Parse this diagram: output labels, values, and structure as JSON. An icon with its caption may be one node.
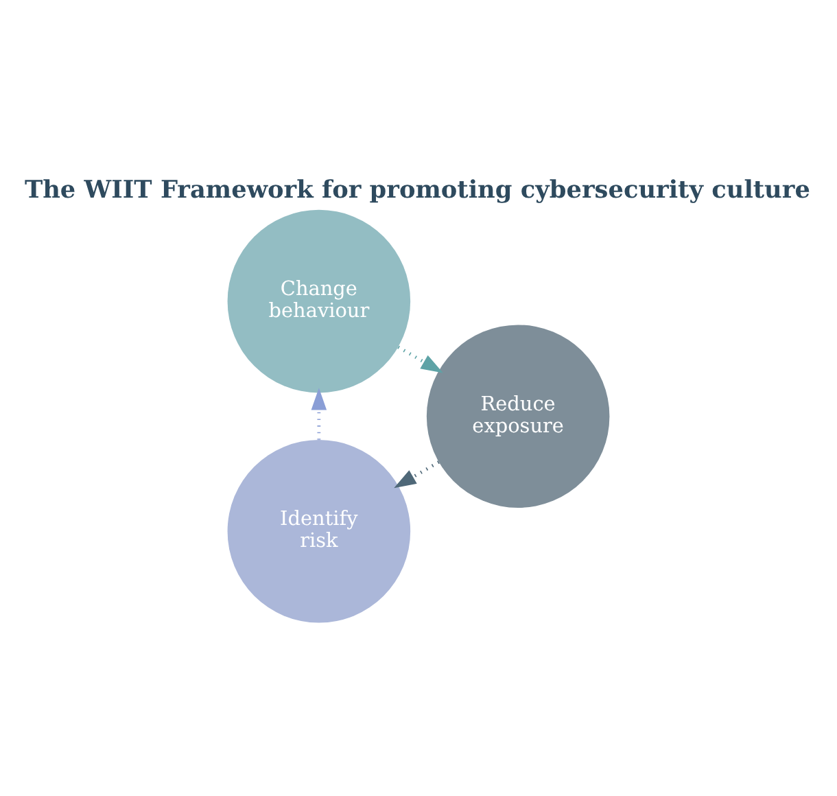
{
  "diagram": {
    "title": "The WIIT Framework for promoting cybersecurity culture",
    "nodes": [
      {
        "text": [
          "Identify risk"
        ]
      },
      {
        "text": [
          "Reduce exposure"
        ]
      },
      {
        "text": [
          "Change behaviour"
        ]
      }
    ],
    "edges": [
      {
        "from": 0,
        "to": 2,
        "arrow": "to",
        "style": "dashed",
        "color": "#8a9ed6"
      },
      {
        "from": 2,
        "to": 1,
        "arrow": "to",
        "style": "dashed",
        "color": "#5ea3a6"
      },
      {
        "from": 1,
        "to": 0,
        "arrow": "to",
        "style": "dashed",
        "color": "#4f6878"
      }
    ]
  }
}
